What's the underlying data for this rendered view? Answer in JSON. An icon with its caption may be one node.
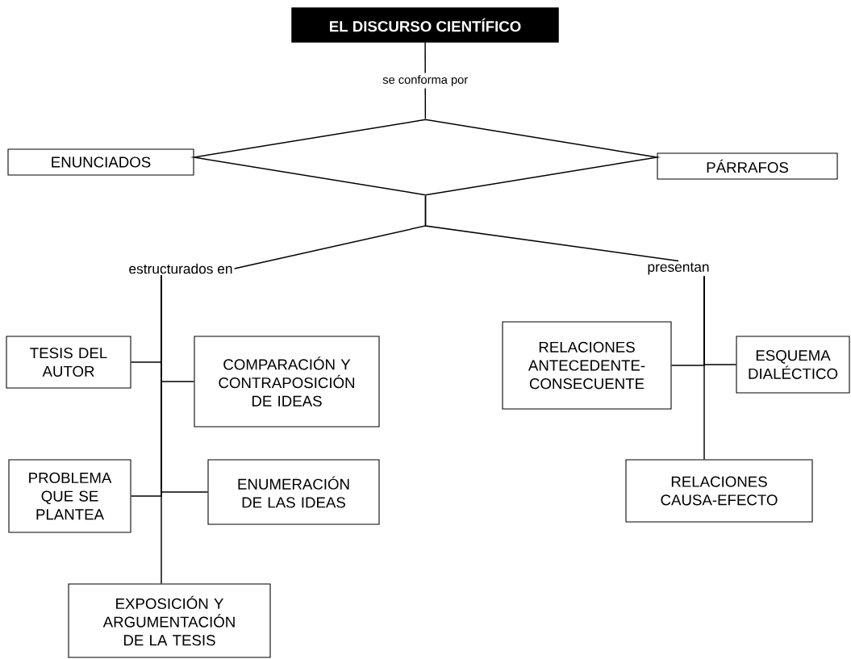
{
  "diagram": {
    "nodes": [
      {
        "text": [
          "EL DISCURSO CIENTÍFICO"
        ]
      },
      {
        "text": [],
        "shape": "diamond"
      },
      {
        "text": [
          "ENUNCIADOS"
        ]
      },
      {
        "text": [
          "PÁRRAFOS"
        ]
      },
      {
        "text": [
          "estructurados en"
        ]
      },
      {
        "text": [
          "presentan"
        ]
      },
      {
        "text": [
          "TESIS DEL AUTOR"
        ]
      },
      {
        "text": [
          "COMPARACIÓN Y CONTRAPOSICIÓN DE IDEAS"
        ]
      },
      {
        "text": [
          "RELACIONES ANTECEDENTE-CONSECUENTE"
        ]
      },
      {
        "text": [
          "ESQUEMA DIALÉCTICO"
        ]
      },
      {
        "text": [
          "PROBLEMA QUE SE PLANTEA"
        ]
      },
      {
        "text": [
          "ENUMERACIÓN DE LAS IDEAS"
        ]
      },
      {
        "text": [
          "RELACIONES CAUSA-EFECTO"
        ]
      },
      {
        "text": [
          "EXPOSICIÓN Y ARGUMENTACIÓN DE LA TESIS"
        ]
      }
    ],
    "edges": [
      {
        "from": 0,
        "to": 1,
        "arrow": "none",
        "label": "se conforma por"
      },
      {
        "from": 1,
        "to": 4,
        "arrow": "none"
      },
      {
        "from": 1,
        "to": 5,
        "arrow": "none"
      },
      {
        "from": 4,
        "to": 6,
        "arrow": "none"
      },
      {
        "from": 4,
        "to": 7,
        "arrow": "none"
      },
      {
        "from": 4,
        "to": 10,
        "arrow": "none"
      },
      {
        "from": 4,
        "to": 11,
        "arrow": "none"
      },
      {
        "from": 4,
        "to": 13,
        "arrow": "none"
      },
      {
        "from": 5,
        "to": 8,
        "arrow": "none"
      },
      {
        "from": 5,
        "to": 9,
        "arrow": "none"
      },
      {
        "from": 5,
        "to": 12,
        "arrow": "none"
      }
    ]
  }
}
